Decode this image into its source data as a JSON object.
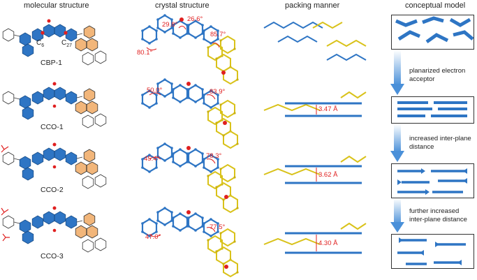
{
  "headers": {
    "molecular": "molecular structure",
    "crystal": "crystal structure",
    "packing": "packing manner",
    "model": "conceptual model"
  },
  "molecules": [
    {
      "name": "CBP-1",
      "angles": [
        "29.8°",
        "26.6°",
        "85.7°",
        "80.1°"
      ],
      "atom_labels": [
        "C",
        "6",
        "C",
        "27"
      ]
    },
    {
      "name": "CCO-1",
      "angles": [
        "50.0°",
        "83.9°"
      ],
      "distance": "3.47 Å"
    },
    {
      "name": "CCO-2",
      "angles": [
        "45.4°",
        "78.3°"
      ],
      "distance": "3.62 Å"
    },
    {
      "name": "CCO-3",
      "angles": [
        "47.0°",
        "77.5°"
      ],
      "distance": "4.30 Å"
    }
  ],
  "steps": [
    "planarized electron acceptor",
    "increased inter-plane distance",
    "further increased inter-plane distance"
  ],
  "colors": {
    "blue": "#2e75c4",
    "orange": "#f2b67a",
    "yellow": "#d9c21a",
    "red": "#e02020",
    "arrow": "#4a90d9"
  }
}
